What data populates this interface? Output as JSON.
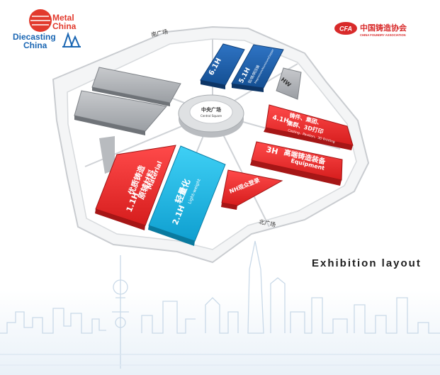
{
  "header": {
    "metal_china_line1": "Metal",
    "metal_china_line2": "China",
    "diecasting_china_line1": "Diecasting",
    "diecasting_china_line2": "China",
    "cfa_mark": "CFA",
    "cfa_name_cn": "中国铸造协会",
    "cfa_name_en": "CHINA FOUNDRY ASSOCIATION"
  },
  "plazas": {
    "south": "南广场",
    "north": "北广场",
    "center_cn": "中央广场",
    "center_en": "Central Square"
  },
  "halls": {
    "h61": {
      "id": "6.1H"
    },
    "h51": {
      "id": "5.1H",
      "cn": "铝/镁/铜压铸",
      "en": "Magnesium/Aluminum/Copper"
    },
    "hw": {
      "id": "HW"
    },
    "h41": {
      "id": "4.1H",
      "cn1": "铸件、集团、",
      "cn2": "集群、3D打印",
      "en": "Casting、Pavilion、3D Printing"
    },
    "h3": {
      "id": "3H",
      "cn": "高端铸造装备",
      "en": "Equipment"
    },
    "h11": {
      "id": "1.1H",
      "cn1": "优质铸造",
      "cn2": "原辅材料",
      "en": "Material"
    },
    "h21": {
      "id": "2.1H",
      "cn": "轻量化",
      "en": "Light-weight"
    },
    "nh": {
      "cn": "NH观众登录"
    }
  },
  "caption": "Exhibition layout",
  "colors": {
    "red": "#e42f2f",
    "blue": "#1f5fa8",
    "cyan": "#19b4e0",
    "gray": "#9fa2a6",
    "accent": "#d82a2a"
  }
}
